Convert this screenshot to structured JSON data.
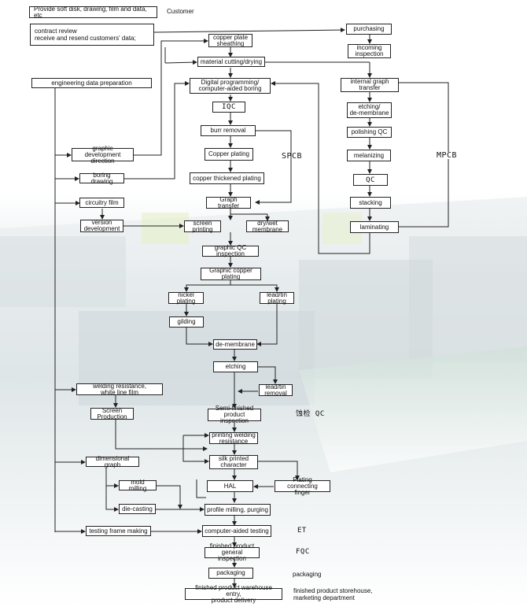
{
  "boxes": {
    "provide": "Provide soft disk, drawing, film and data, etc",
    "contract": "contract review\nreceive and resend customers' data;",
    "eng_data": "engineering data preparation",
    "graphic_dev": "graphic development\ndirection",
    "boring_drawing": "boring drawing",
    "circuitry_film": "circuitry film",
    "version_dev": "version\ndevelopment",
    "welding_film": "welding resistance,\nwhite line film",
    "screen_production": "Screen\nProduction",
    "dimensional": "dimensional graph",
    "mold_milling": "mold milling",
    "die_casting": "die-casting",
    "testing_frame": "testing frame making",
    "copper_sheath": "copper plate\nsheathing",
    "material_cut": "material cutting/drying",
    "digital_prog": "Digital programming/\ncomputer-aided boring",
    "iqc": "IQC",
    "burr": "burr removal",
    "cu_plating": "Copper plating",
    "cu_thick": "copper thickened plating",
    "graph_transfer": "Graph transfer",
    "screen_print": "screen\nprinting",
    "drywet": "dry/wet\nmembrane",
    "graphic_qc": "graphic QC\ninspection",
    "graphic_cu": "Graphic copper\nplating",
    "nickel": "nickel\nplating",
    "leadtin": "lead/tin\nplating",
    "gilding": "gilding",
    "demembrane": "de-membrane",
    "etching": "etching",
    "leadtin_rm": "lead/tin\nremoval",
    "semi": "Semi-finished\nproduct inspection",
    "print_weld": "printing welding\nresistance",
    "silk": "silk printed\ncharacter",
    "hal": "HAL",
    "plating_finger": "Plating connecting\nfinger",
    "profile_mill": "profile milling, purging",
    "cat": "computer-aided testing",
    "final_insp": "finished product\ngeneral inspection",
    "packaging": "packaging",
    "warehouse": "finished product warehouse entry,\nproduct delivery",
    "purchasing": "purchasing",
    "incoming": "incoming\ninspection",
    "internal_graph": "internal graph\ntransfer",
    "etch_demem": "etching/\nde-membrane",
    "polishing": "polishing QC",
    "melanizing": "melanizing",
    "qc": "QC",
    "stacking": "stacking",
    "laminating": "laminating"
  },
  "labels": {
    "customer": "Customer",
    "spcb": "SPCB",
    "mpcb": "MPCB",
    "etch_qc": "蚀检 QC",
    "et": "ET",
    "fqc": "FQC",
    "packaging_dept": "packaging",
    "storehouse": "finished product storehouse,\nmarketing department"
  }
}
